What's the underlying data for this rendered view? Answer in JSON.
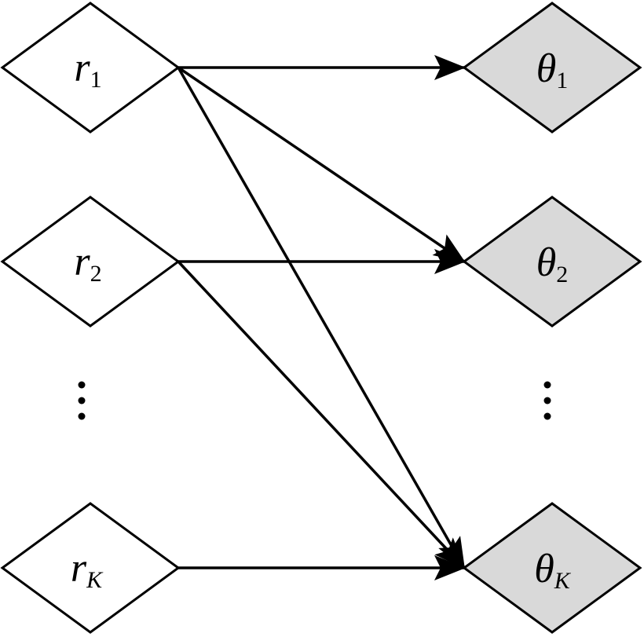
{
  "colors": {
    "input_fill": "#ffffff",
    "output_fill": "#d9d9d9",
    "stroke": "#000000"
  },
  "inputs": [
    {
      "id": "r1",
      "symbol": "r",
      "subscript": "1"
    },
    {
      "id": "r2",
      "symbol": "r",
      "subscript": "2"
    },
    {
      "id": "rK",
      "symbol": "r",
      "subscript": "K"
    }
  ],
  "outputs": [
    {
      "id": "theta1",
      "symbol": "θ",
      "subscript": "1"
    },
    {
      "id": "theta2",
      "symbol": "θ",
      "subscript": "2"
    },
    {
      "id": "thetaK",
      "symbol": "θ",
      "subscript": "K"
    }
  ],
  "edges": [
    {
      "from": "r1",
      "to": "theta1"
    },
    {
      "from": "r1",
      "to": "theta2"
    },
    {
      "from": "r1",
      "to": "thetaK"
    },
    {
      "from": "r2",
      "to": "theta2"
    },
    {
      "from": "r2",
      "to": "thetaK"
    },
    {
      "from": "rK",
      "to": "thetaK"
    }
  ],
  "ellipsis": {
    "left": "⋮",
    "right": "⋮"
  }
}
